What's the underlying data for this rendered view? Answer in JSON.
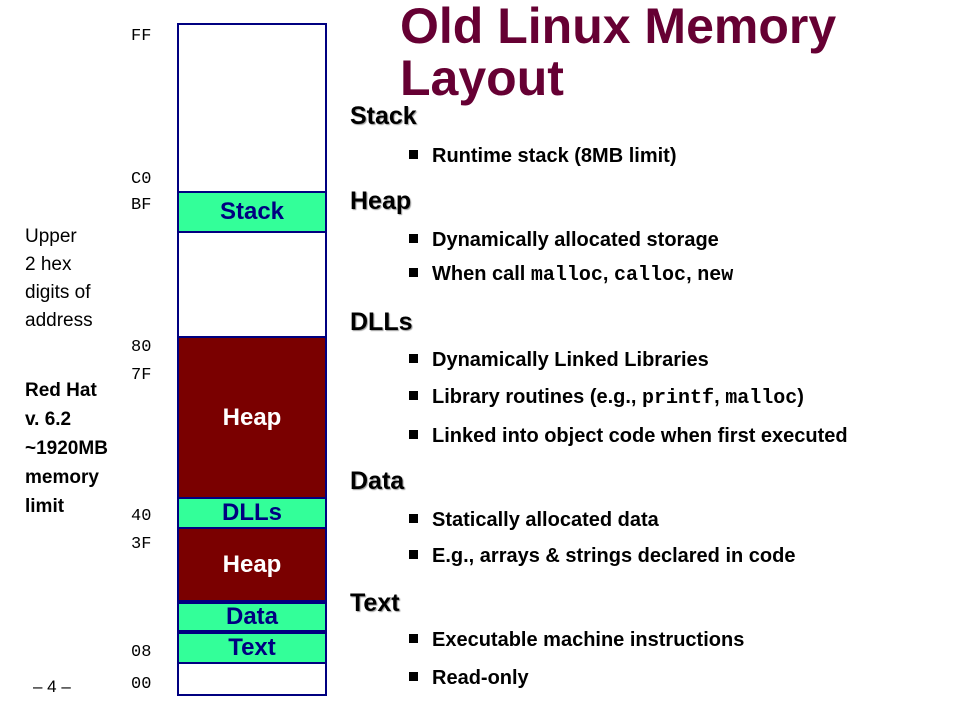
{
  "title": {
    "line1": "Old Linux Memory",
    "line2": "Layout"
  },
  "addresses": {
    "ff": "FF",
    "c0": "C0",
    "bf": "BF",
    "a80": "80",
    "a7f": "7F",
    "a40": "40",
    "a3f": "3F",
    "a08": "08",
    "a00": "00"
  },
  "segments": {
    "stack": "Stack",
    "heap_upper": "Heap",
    "dlls": "DLLs",
    "heap_lower": "Heap",
    "data": "Data",
    "text": "Text"
  },
  "colors": {
    "green": "#33ff99",
    "red": "#7a0000",
    "title": "#660033",
    "border": "#000080"
  },
  "upper_label": [
    "Upper",
    "2 hex",
    "digits of",
    "address"
  ],
  "redhat_label": [
    "Red Hat",
    "v. 6.2",
    "~1920MB",
    "memory",
    "limit"
  ],
  "sections": {
    "stack": {
      "heading": "Stack",
      "b1": "Runtime stack (8MB limit)"
    },
    "heap": {
      "heading": "Heap",
      "b1": "Dynamically allocated storage",
      "b2_pre": "When call ",
      "b2_c1": "malloc",
      "b2_s1": ", ",
      "b2_c2": "calloc",
      "b2_s2": ", ",
      "b2_c3": "new"
    },
    "dlls": {
      "heading": "DLLs",
      "b1": "Dynamically Linked Libraries",
      "b2_pre": "Library routines (e.g., ",
      "b2_c1": "printf",
      "b2_s1": ", ",
      "b2_c2": "malloc",
      "b2_post": ")",
      "b3": "Linked into object code when first executed"
    },
    "data": {
      "heading": "Data",
      "b1": "Statically allocated data",
      "b2": "E.g., arrays & strings declared in code"
    },
    "text": {
      "heading": "Text",
      "b1": "Executable machine instructions",
      "b2": "Read-only"
    }
  },
  "page_number": "– 4 –"
}
